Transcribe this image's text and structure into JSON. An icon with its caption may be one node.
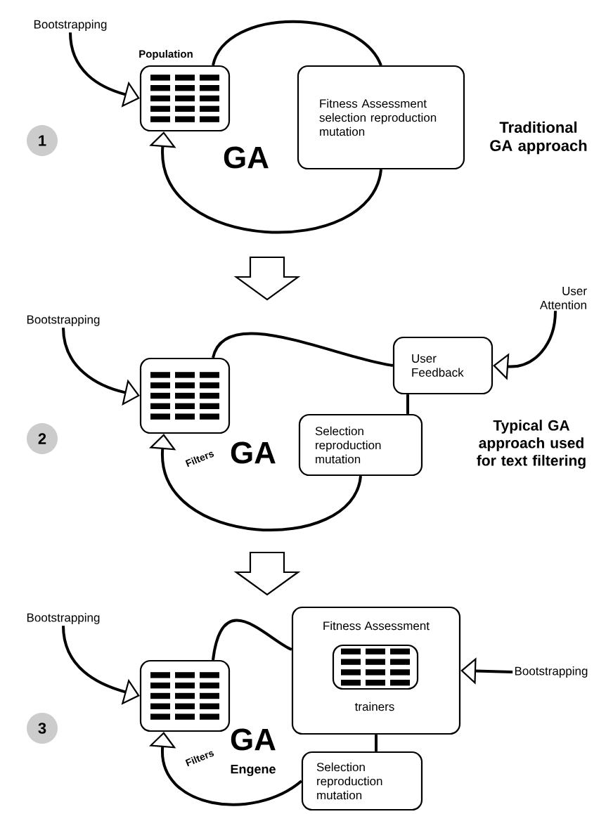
{
  "diagram": {
    "nodes": [
      {
        "text": [
          "Population"
        ]
      },
      {
        "text": [
          "Fitness Assessment selection reproduction mutation"
        ]
      },
      {
        "text": [
          "Bootstrapping"
        ]
      },
      {
        "text": [
          "1"
        ]
      },
      {
        "text": [],
        "shape": "box"
      },
      {
        "text": [
          "User Feedback"
        ]
      },
      {
        "text": [
          "Selection reproduction mutation"
        ]
      },
      {
        "text": [
          "Bootstrapping"
        ]
      },
      {
        "text": [
          "User Attention"
        ]
      },
      {
        "text": [
          "2"
        ]
      },
      {
        "text": [],
        "shape": "box"
      },
      {
        "text": [
          "Fitness Assessment"
        ]
      },
      {
        "text": [
          "trainers"
        ],
        "in": 11
      },
      {
        "text": [
          "Selection reproduction mutation"
        ]
      },
      {
        "text": [
          "Bootstrapping"
        ]
      },
      {
        "text": [
          "Bootstrapping"
        ]
      },
      {
        "text": [
          "3"
        ]
      }
    ],
    "edges": [
      {
        "from": 2,
        "to": 0,
        "arrow": "to"
      },
      {
        "from": 0,
        "to": 1,
        "arrow": "none"
      },
      {
        "from": 1,
        "to": 0,
        "arrow": "to"
      },
      {
        "from": 7,
        "to": 4,
        "arrow": "to"
      },
      {
        "from": 8,
        "to": 5,
        "arrow": "to"
      },
      {
        "from": 4,
        "to": 5,
        "arrow": "none"
      },
      {
        "from": 5,
        "to": 6,
        "arrow": "none"
      },
      {
        "from": 6,
        "to": 4,
        "arrow": "to",
        "label": "Filters"
      },
      {
        "from": 14,
        "to": 10,
        "arrow": "to"
      },
      {
        "from": 15,
        "to": 11,
        "arrow": "to"
      },
      {
        "from": 10,
        "to": 11,
        "arrow": "none"
      },
      {
        "from": 11,
        "to": 13,
        "arrow": "none"
      },
      {
        "from": 13,
        "to": 10,
        "arrow": "to",
        "label": "Filters"
      }
    ],
    "labels": [
      "GA",
      "Traditional GA approach",
      "GA",
      "Typical GA approach used for text filtering",
      "GA",
      "Engene"
    ]
  }
}
